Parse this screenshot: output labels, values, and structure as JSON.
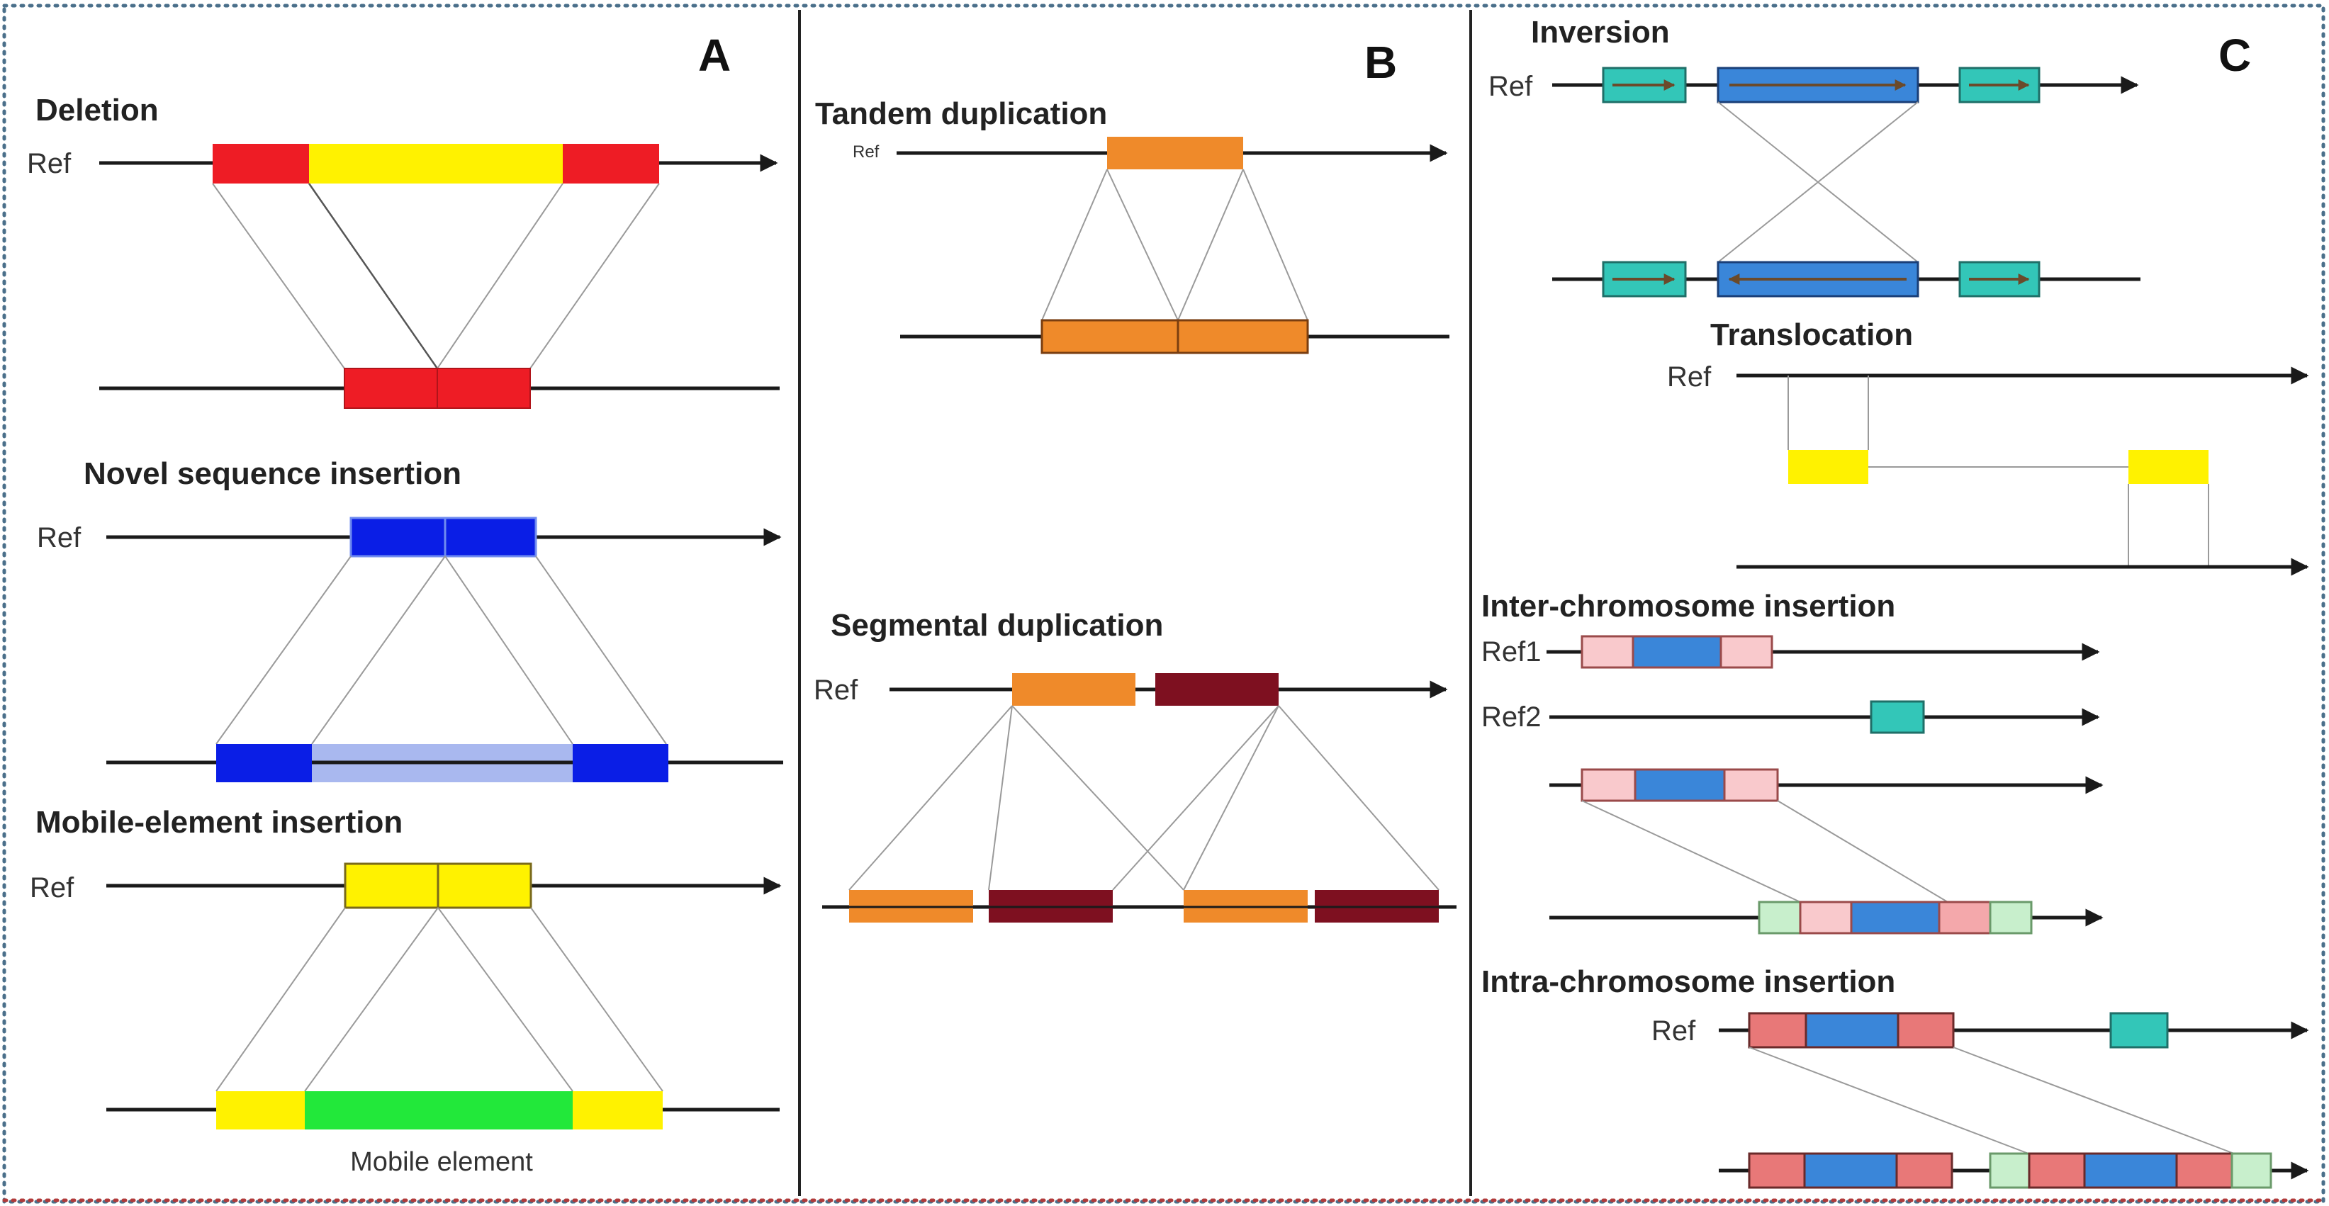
{
  "panels": {
    "a": "A",
    "b": "B",
    "c": "C"
  },
  "panel_a": {
    "deletion": {
      "title": "Deletion",
      "ref": "Ref"
    },
    "novel_insertion": {
      "title": "Novel sequence insertion",
      "ref": "Ref"
    },
    "mobile_insertion": {
      "title": "Mobile-element insertion",
      "ref": "Ref",
      "caption": "Mobile element"
    }
  },
  "panel_b": {
    "tandem": {
      "title": "Tandem duplication",
      "ref": "Ref"
    },
    "segmental": {
      "title": "Segmental duplication",
      "ref": "Ref"
    }
  },
  "panel_c": {
    "inversion": {
      "title": "Inversion",
      "ref": "Ref"
    },
    "translocation": {
      "title": "Translocation",
      "ref": "Ref"
    },
    "inter": {
      "title": "Inter-chromosome insertion",
      "ref1": "Ref1",
      "ref2": "Ref2"
    },
    "intra": {
      "title": "Intra-chromosome insertion",
      "ref": "Ref"
    }
  },
  "colors": {
    "red": "#ee1c25",
    "yellow": "#fff200",
    "blue": "#0a1ee6",
    "light_blue": "#a9b8ef",
    "green": "#22e83a",
    "orange": "#ef8a2a",
    "maroon": "#7e1020",
    "teal": "#33c6b8",
    "mid_blue": "#3a86d9",
    "pink": "#f9c9cc",
    "salmon": "#e87878",
    "mint": "#c8efcc",
    "border_dots": "#4a6f8a"
  }
}
